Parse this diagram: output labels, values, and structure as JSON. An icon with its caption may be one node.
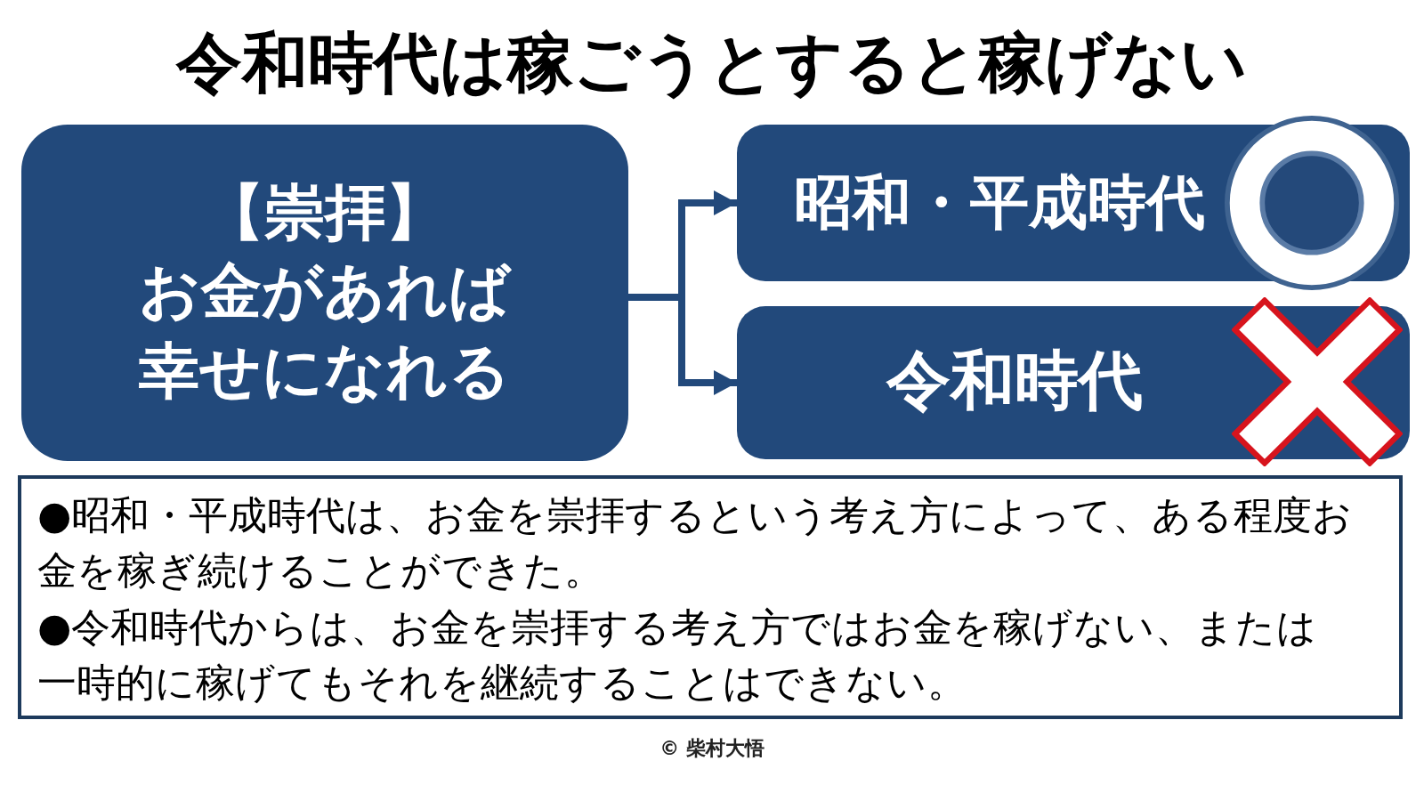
{
  "diagram": {
    "title": "令和時代は稼ごうとすると稼げない",
    "nodes": [
      {
        "text": [
          "【崇拝】",
          "お金があれば幸せになれる"
        ]
      },
      {
        "text": [
          "昭和・平成時代"
        ]
      },
      {
        "text": [
          "令和時代"
        ]
      },
      {
        "text": [
          "●昭和・平成時代は、お金を崇拝するという考え方によって、ある程度お金を稼ぎ続けることができた。",
          "●令和時代からは、お金を崇拝する考え方ではお金を稼げない、または一時的に稼げてもそれを継続することはできない。"
        ]
      }
    ],
    "edges": [
      {
        "from": 0,
        "to": 1,
        "arrow": "to"
      },
      {
        "from": 0,
        "to": 2,
        "arrow": "to"
      }
    ],
    "labels": [
      "© 柴村大悟"
    ]
  }
}
